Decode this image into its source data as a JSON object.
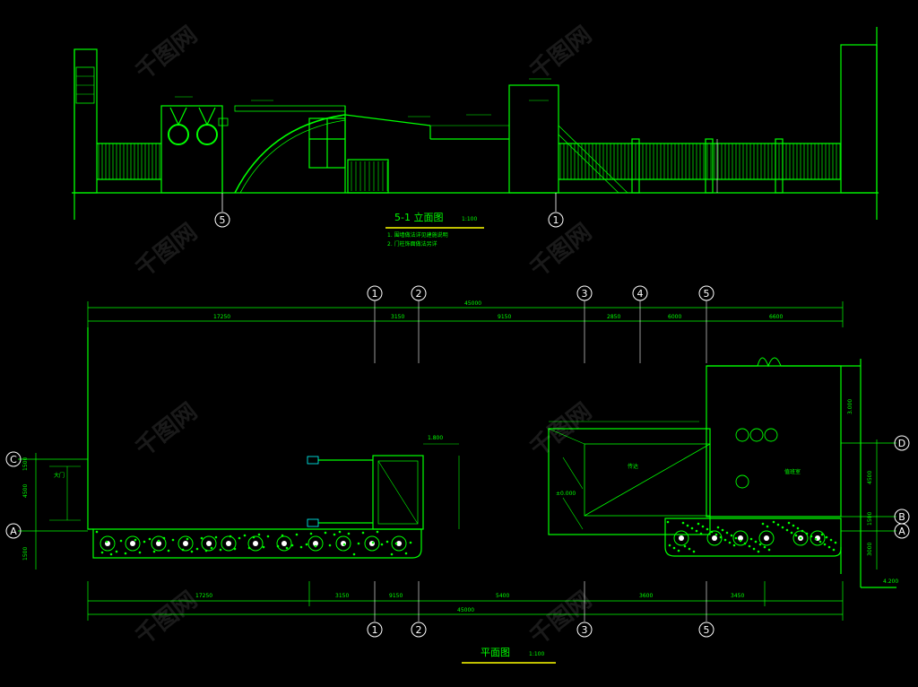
{
  "drawing": {
    "elevation_title": "5-1 立面图",
    "elevation_scale": "1:100",
    "elevation_notes": [
      "1. 围墙做法详见建施说明",
      "2. 门柱饰面做法另详"
    ],
    "plan_title": "平面图",
    "plan_scale": "1:100",
    "axis_marks_top": [
      "1",
      "2",
      "3",
      "4",
      "5"
    ],
    "axis_marks_bottom": [
      "1",
      "2",
      "3",
      "5"
    ],
    "axis_marks_left": [
      "C",
      "A"
    ],
    "axis_marks_right": [
      "D",
      "B",
      "A"
    ],
    "axis_mark_elevation_left": "5",
    "axis_mark_elevation_right": "1",
    "dim_total": "45000",
    "dim_top_segments": [
      "17250",
      "3150",
      "9150",
      "2850",
      "6000",
      "6600"
    ],
    "dim_bottom_segments": [
      "17250",
      "3150",
      "9150",
      "5400",
      "3600",
      "3450"
    ],
    "dim_left": [
      "1500",
      "4500",
      "1500"
    ],
    "dim_right": [
      "4500",
      "1500",
      "3000"
    ],
    "room_label": "值班室",
    "room_note": "传达",
    "gate_label": "大门",
    "elevation_tags": [
      "±0.000",
      "3.000",
      "4.200",
      "1.800"
    ]
  },
  "colors": {
    "background": "#000000",
    "line": "#00ff00",
    "axis_circle": "#ffffff",
    "accent_yellow": "#ffff00",
    "accent_cyan": "#00ffff"
  },
  "watermark": {
    "text": "千图网"
  }
}
